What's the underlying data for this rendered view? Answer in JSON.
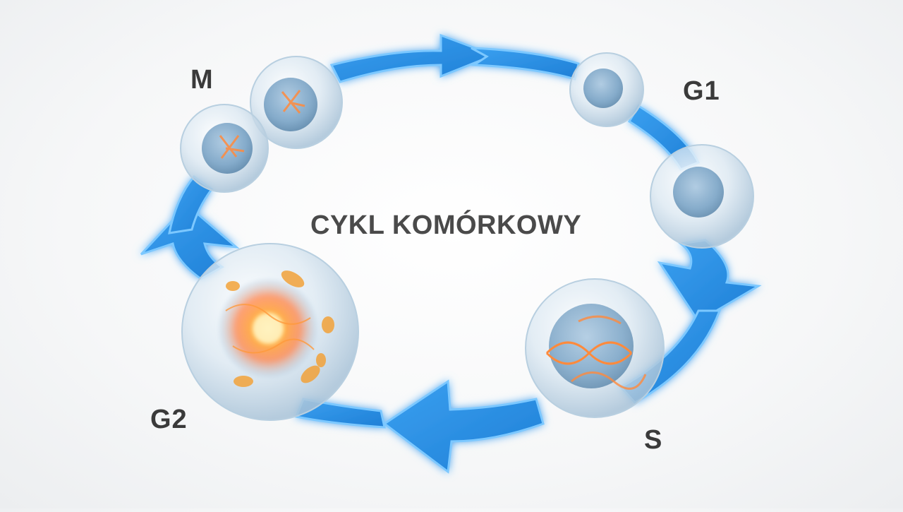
{
  "title": "CYKL KOMÓRKOWY",
  "phases": [
    {
      "id": "M",
      "label": "M"
    },
    {
      "id": "G1",
      "label": "G1"
    },
    {
      "id": "S",
      "label": "S"
    },
    {
      "id": "G2",
      "label": "G2"
    }
  ],
  "colors": {
    "arrow": "#2d8fe0",
    "arrow_edge": "#1a6fc4",
    "glow": "#7cc4ff",
    "cell": "#cfe4f2",
    "nucleus": "#5a8fb8",
    "accent": "#ff9a3c"
  }
}
